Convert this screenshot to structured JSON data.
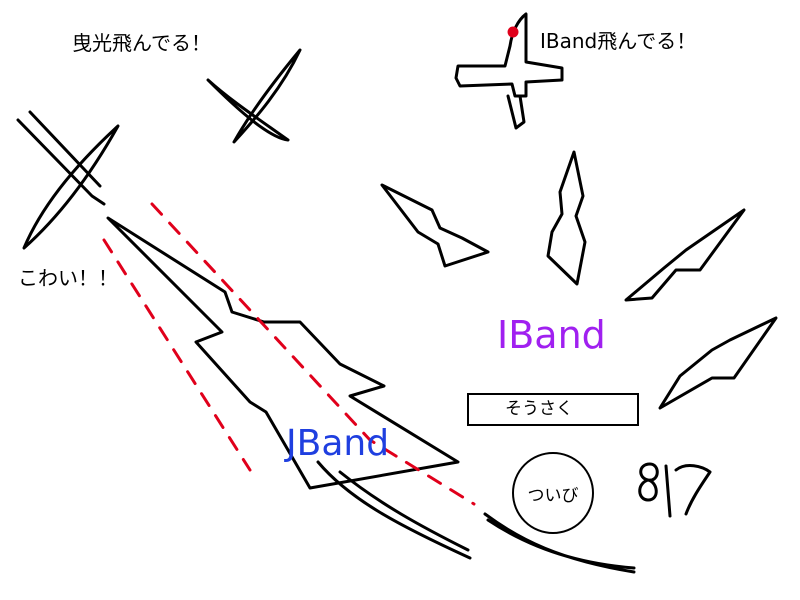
{
  "labels": {
    "eikou_flying": "曳光飛んでる！",
    "iband_flying": "IBand飛んでる！",
    "scared": "こわい！！",
    "iband": "IBand",
    "jband": "JBand"
  },
  "buttons": {
    "sousaku": "そうさく",
    "tsuibi": "ついび"
  },
  "colors": {
    "ink": "#000000",
    "iband_text": "#a020f0",
    "jband_text": "#1f3fe0",
    "tracer": "#e0001b"
  },
  "signature_text": "817"
}
